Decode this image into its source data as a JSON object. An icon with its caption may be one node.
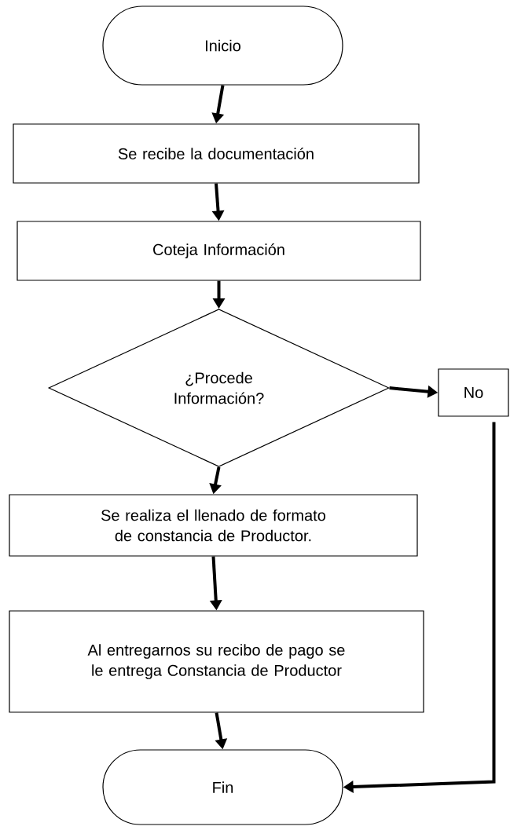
{
  "diagram": {
    "nodes": [
      {
        "text": [
          "Inicio"
        ]
      },
      {
        "text": [
          "Se recibe la documentación"
        ]
      },
      {
        "text": [
          "Coteja Información"
        ]
      },
      {
        "text": [
          "¿Procede Información?"
        ]
      },
      {
        "text": [
          "No"
        ]
      },
      {
        "text": [
          "Se realiza el llenado de formato de constancia de Productor."
        ]
      },
      {
        "text": [
          "Al entregarnos su recibo de pago se le entrega Constancia de Productor"
        ]
      },
      {
        "text": [
          "Fin"
        ]
      }
    ],
    "edges": [
      {
        "from": 0,
        "to": 1,
        "arrow": "to"
      },
      {
        "from": 1,
        "to": 2,
        "arrow": "to"
      },
      {
        "from": 2,
        "to": 3,
        "arrow": "to"
      },
      {
        "from": 3,
        "to": 4,
        "arrow": "to"
      },
      {
        "from": 3,
        "to": 5,
        "arrow": "to"
      },
      {
        "from": 5,
        "to": 6,
        "arrow": "to"
      },
      {
        "from": 6,
        "to": 7,
        "arrow": "to"
      },
      {
        "from": 4,
        "to": 7,
        "arrow": "to"
      }
    ]
  }
}
